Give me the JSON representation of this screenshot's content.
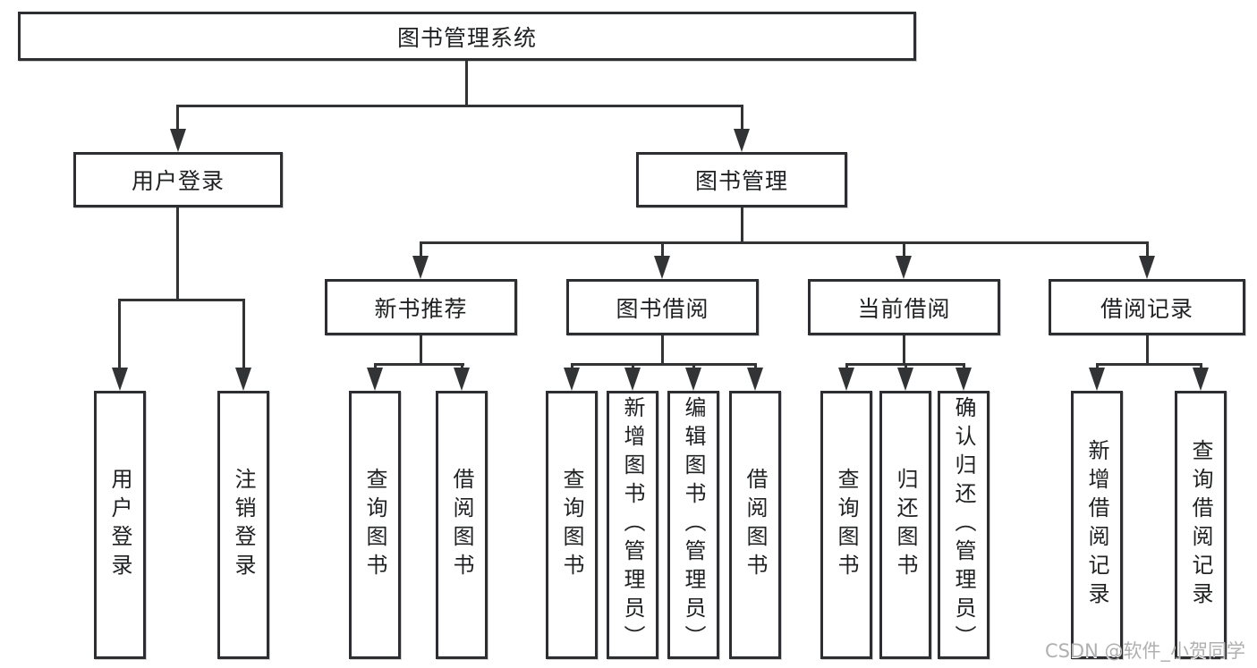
{
  "diagram": {
    "root": {
      "label": "图书管理系统"
    },
    "level2": [
      {
        "label": "用户登录"
      },
      {
        "label": "图书管理"
      }
    ],
    "level3": [
      {
        "label": "新书推荐"
      },
      {
        "label": "图书借阅"
      },
      {
        "label": "当前借阅"
      },
      {
        "label": "借阅记录"
      }
    ],
    "leaf_groups": [
      {
        "parent": "用户登录",
        "leaves": [
          "用户登录",
          "注销登录"
        ]
      },
      {
        "parent": "新书推荐",
        "leaves": [
          "查询图书",
          "借阅图书"
        ]
      },
      {
        "parent": "图书借阅",
        "leaves": [
          "查询图书",
          "新增图书（管理员）",
          "编辑图书（管理员）",
          "借阅图书"
        ]
      },
      {
        "parent": "当前借阅",
        "leaves": [
          "查询图书",
          "归还图书",
          "确认归还（管理员）"
        ]
      },
      {
        "parent": "借阅记录",
        "leaves": [
          "新增借阅记录",
          "查询借阅记录"
        ]
      }
    ]
  },
  "watermark": "CSDN @软件_小贺同学",
  "colors": {
    "line": "#313335",
    "box_border": "#2c2e31",
    "text": "#1f2022",
    "watermark": "#b0b0b0",
    "background": "#ffffff"
  }
}
